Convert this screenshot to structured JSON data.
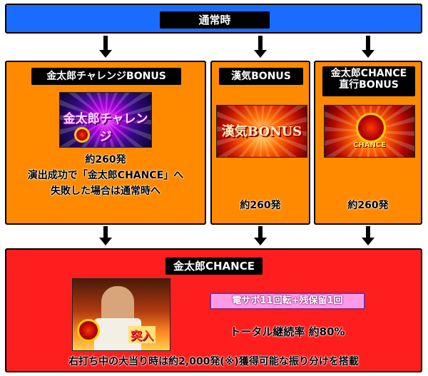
{
  "top": {
    "label": "通常時"
  },
  "bonuses": {
    "challenge": {
      "title": "金太郎チャレンジBONUS",
      "image_text": "金太郎チャレンジ",
      "lines": [
        "約260発",
        "演出成功で「金太郎CHANCE」へ",
        "失敗した場合は通常時へ"
      ]
    },
    "kanki": {
      "title": "漢気BONUS",
      "image_text": "漢気BONUS",
      "lines": [
        "約260発"
      ]
    },
    "direct": {
      "title_line1": "金太郎CHANCE",
      "title_line2": "直行BONUS",
      "image_text": "CHANCE",
      "lines": [
        "約260発"
      ]
    }
  },
  "chance": {
    "title": "金太郎CHANCE",
    "image_text": "突入",
    "support": "電サポ11回転+残保留1回",
    "continuation": "トータル継続率 約80%",
    "note": "右打ち中の大当り時は約2,000発(※)獲得可能な振り分けを搭載"
  },
  "colors": {
    "top_bar": "#1a6cff",
    "bonus_box": "#ff8a00",
    "chance_box": "#ff1e1e",
    "support_badge": "#ff9be6"
  }
}
